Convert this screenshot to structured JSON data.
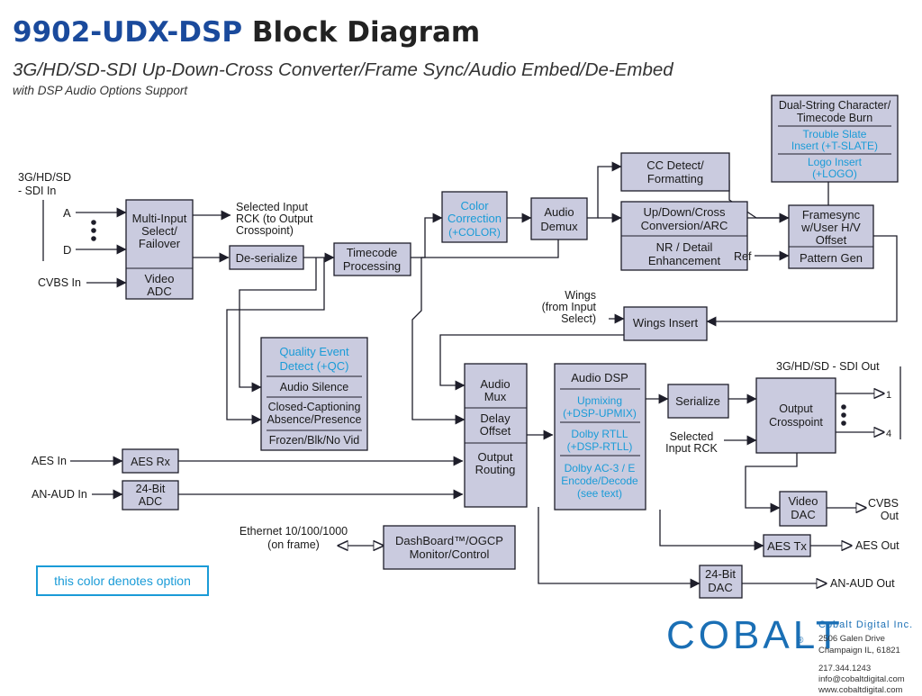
{
  "title": {
    "model": "9902-UDX-DSP",
    "suffix": "Block Diagram"
  },
  "subtitle": "3G/HD/SD-SDI Up-Down-Cross Converter/Frame Sync/Audio Embed/De-Embed",
  "subtitle2": "with DSP Audio Options Support",
  "inputs": {
    "sdi_in_line1": "3G/HD/SD",
    "sdi_in_line2": "- SDI In",
    "a": "A",
    "d": "D",
    "cvbs_in": "CVBS In",
    "aes_in": "AES In",
    "an_aud_in": "AN-AUD In",
    "ethernet_line1": "Ethernet 10/100/1000",
    "ethernet_line2": "(on frame)",
    "ref": "Ref",
    "wings_line1": "Wings",
    "wings_line2": "(from Input",
    "wings_line3": "Select)",
    "selected_input_line1": "Selected Input",
    "selected_input_line2": "RCK (to Output",
    "selected_input_line3": "Crosspoint)",
    "sel_rck_line1": "Selected",
    "sel_rck_line2": "Input RCK"
  },
  "blocks": {
    "multi_input": [
      "Multi-Input",
      "Select/",
      "Failover"
    ],
    "video_adc": [
      "Video",
      "ADC"
    ],
    "deserialize": "De-serialize",
    "timecode": [
      "Timecode",
      "Processing"
    ],
    "color_corr": [
      "Color",
      "Correction",
      "(+COLOR)"
    ],
    "audio_demux": [
      "Audio",
      "Demux"
    ],
    "cc_detect": [
      "CC Detect/",
      "Formatting"
    ],
    "updown": [
      "Up/Down/Cross",
      "Conversion/ARC"
    ],
    "nr_detail": [
      "NR / Detail",
      "Enhancement"
    ],
    "char_burn": [
      "Dual-String Character/",
      "Timecode Burn"
    ],
    "trouble_slate": [
      "Trouble Slate",
      "Insert (+T-SLATE)"
    ],
    "logo_insert": [
      "Logo Insert",
      "(+LOGO)"
    ],
    "framesync": [
      "Framesync",
      "w/User H/V",
      "Offset"
    ],
    "pattern_gen": "Pattern Gen",
    "wings_insert": "Wings Insert",
    "quality_event": [
      "Quality Event",
      "Detect (+QC)"
    ],
    "audio_silence": "Audio Silence",
    "cc_absence": [
      "Closed-Captioning",
      "Absence/Presence"
    ],
    "frozen": "Frozen/Blk/No Vid",
    "aes_rx": "AES Rx",
    "adc_24": [
      "24-Bit",
      "ADC"
    ],
    "audio_mux": [
      "Audio",
      "Mux"
    ],
    "delay_offset": [
      "Delay",
      "Offset"
    ],
    "output_routing": [
      "Output",
      "Routing"
    ],
    "audio_dsp": "Audio DSP",
    "upmixing": [
      "Upmixing",
      "(+DSP-UPMIX)"
    ],
    "dolby_rtll": [
      "Dolby RTLL",
      "(+DSP-RTLL)"
    ],
    "dolby_ac3": [
      "Dolby AC-3 / E",
      "Encode/Decode",
      "(see text)"
    ],
    "serialize": "Serialize",
    "output_crosspoint": [
      "Output",
      "Crosspoint"
    ],
    "video_dac": [
      "Video",
      "DAC"
    ],
    "aes_tx": "AES Tx",
    "dac_24": [
      "24-Bit",
      "DAC"
    ],
    "dashboard": [
      "DashBoard™/OGCP",
      "Monitor/Control"
    ]
  },
  "outputs": {
    "sdi_out": "3G/HD/SD - SDI Out",
    "out1": "1",
    "out4": "4",
    "cvbs_out_line1": "CVBS",
    "cvbs_out_line2": "Out",
    "aes_out": "AES Out",
    "an_aud_out": "AN-AUD Out"
  },
  "legend": "this color denotes option",
  "company": {
    "logo": "COBALT",
    "trademark": "®",
    "name": "Cobalt Digital Inc.",
    "address1": "2506 Galen Drive",
    "address2": "Champaign IL, 61821",
    "phone": "217.344.1243",
    "email": "info@cobaltdigital.com",
    "web": "www.cobaltdigital.com"
  },
  "colors": {
    "block_fill": "#cacbdf",
    "option_text": "#1a9bd7",
    "title_blue": "#1a4a9c",
    "logo_blue": "#1a6fb5"
  }
}
